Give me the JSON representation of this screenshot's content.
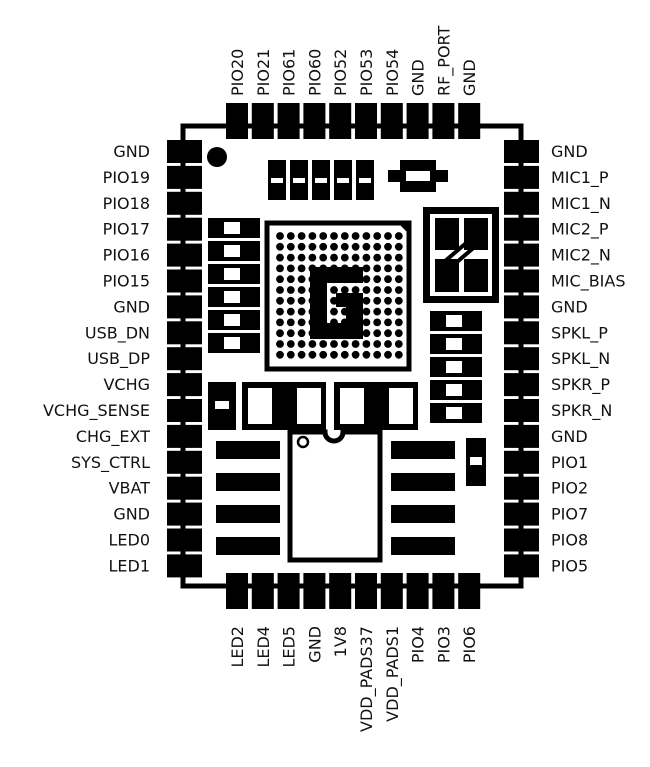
{
  "colors": {
    "ink": "#000000",
    "paper": "#ffffff",
    "text": "#111111"
  },
  "pins": {
    "top": [
      "PIO20",
      "PIO21",
      "PIO61",
      "PIO60",
      "PIO52",
      "PIO53",
      "PIO54",
      "GND",
      "RF_PORT",
      "GND"
    ],
    "left": [
      "GND",
      "PIO19",
      "PIO18",
      "PIO17",
      "PIO16",
      "PIO15",
      "GND",
      "USB_DN",
      "USB_DP",
      "VCHG",
      "VCHG_SENSE",
      "CHG_EXT",
      "SYS_CTRL",
      "VBAT",
      "GND",
      "LED0",
      "LED1"
    ],
    "right": [
      "GND",
      "MIC1_P",
      "MIC1_N",
      "MIC2_P",
      "MIC2_N",
      "MIC_BIAS",
      "GND",
      "SPKL_P",
      "SPKL_N",
      "SPKR_P",
      "SPKR_N",
      "GND",
      "PIO1",
      "PIO2",
      "PIO7",
      "PIO8",
      "PIO5"
    ],
    "bottom": [
      "LED2",
      "LED4",
      "LED5",
      "GND",
      "1V8",
      "VDD_PADS37",
      "VDD_PADS1",
      "PIO4",
      "PIO3",
      "PIO6"
    ]
  }
}
